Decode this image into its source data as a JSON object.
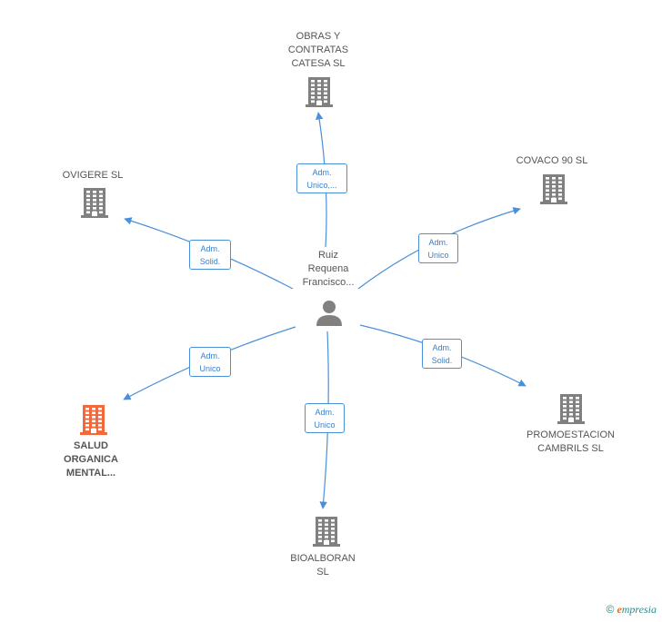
{
  "center": {
    "label": "Ruiz\nRequena\nFrancisco..."
  },
  "companies": [
    {
      "id": "obras",
      "label": "OBRAS Y\nCONTRATAS\nCATESA  SL",
      "highlight": false
    },
    {
      "id": "covaco",
      "label": "COVACO 90  SL",
      "highlight": false
    },
    {
      "id": "ovigere",
      "label": "OVIGERE SL",
      "highlight": false
    },
    {
      "id": "promo",
      "label": "PROMOESTACION\nCAMBRILS SL",
      "highlight": false
    },
    {
      "id": "salud",
      "label": "SALUD\nORGANICA\nMENTAL...",
      "highlight": true
    },
    {
      "id": "bio",
      "label": "BIOALBORAN\nSL",
      "highlight": false
    }
  ],
  "roles": {
    "obras": "Adm.\nUnico,...",
    "covaco": "Adm.\nUnico",
    "ovigere": "Adm.\nSolid.",
    "promo": "Adm.\nSolid.",
    "salud": "Adm.\nUnico",
    "bio": "Adm.\nUnico"
  },
  "colors": {
    "edge": "#4a90d9",
    "building": "#808080",
    "highlight": "#f26a3c"
  },
  "footer": {
    "copyright": "©",
    "brand_e": "e",
    "brand_rest": "mpresia"
  }
}
